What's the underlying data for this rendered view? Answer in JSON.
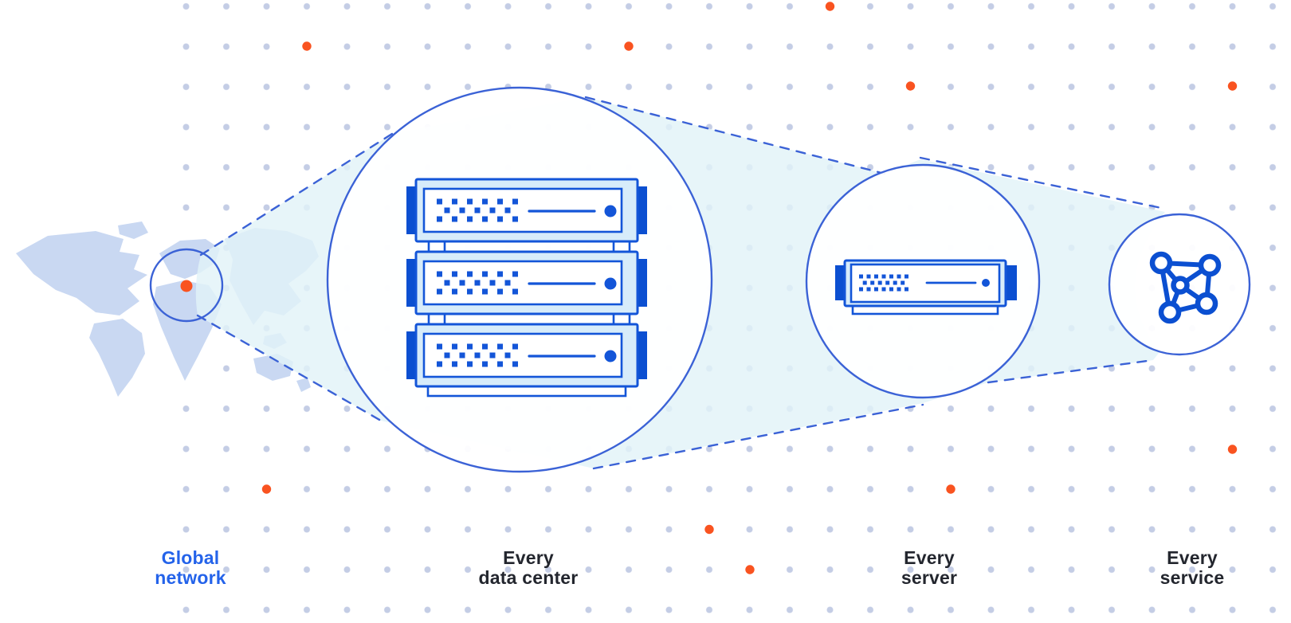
{
  "stages": [
    {
      "name": "global-network",
      "line1": "Global",
      "line2": "network",
      "icon": "world-map-with-marker"
    },
    {
      "name": "every-data-center",
      "line1": "Every",
      "line2": "data center",
      "icon": "server-rack"
    },
    {
      "name": "every-server",
      "line1": "Every",
      "line2": "server",
      "icon": "server"
    },
    {
      "name": "every-service",
      "line1": "Every",
      "line2": "service",
      "icon": "network-mesh"
    }
  ],
  "icons": {
    "map_marker": "map-marker-icon",
    "server_rack": "server-rack-icon",
    "server": "server-icon",
    "service_mesh": "network-mesh-icon"
  },
  "colors": {
    "accent_blue": "#3b62d6",
    "stroke_blue": "#1355d8",
    "dark_blue": "#0b4fd1",
    "orange": "#f95320",
    "light_server_fill": "#d7ecfa",
    "beam_fill": "#e2f3f8",
    "map_fill": "#c9d8f2",
    "grid_dot": "#c4cde5",
    "label_dark": "#23262e",
    "label_blue": "#2463ea"
  }
}
